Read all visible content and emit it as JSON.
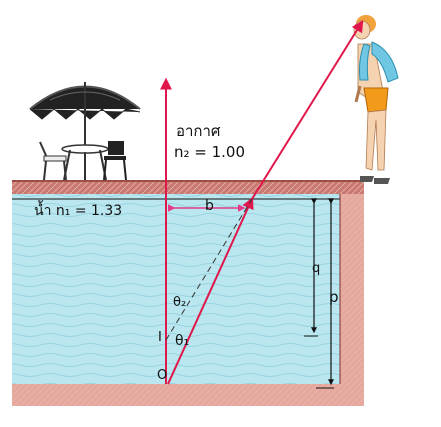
{
  "labels": {
    "air": "อากาศ",
    "n_air": "n₂ = 1.00",
    "n_water": "น้ำ n₁ = 1.33",
    "b": "b",
    "q": "q",
    "p": "p",
    "theta2": "θ₂",
    "theta1": "θ₁",
    "image": "I",
    "object": "O"
  },
  "colors": {
    "ray": "#e0174b",
    "water": "#b9e6ef",
    "ground": "#c9796f",
    "dimension": "#111111"
  },
  "icons": [
    "umbrella-icon",
    "table-icon",
    "chair-icon",
    "person-icon"
  ]
}
